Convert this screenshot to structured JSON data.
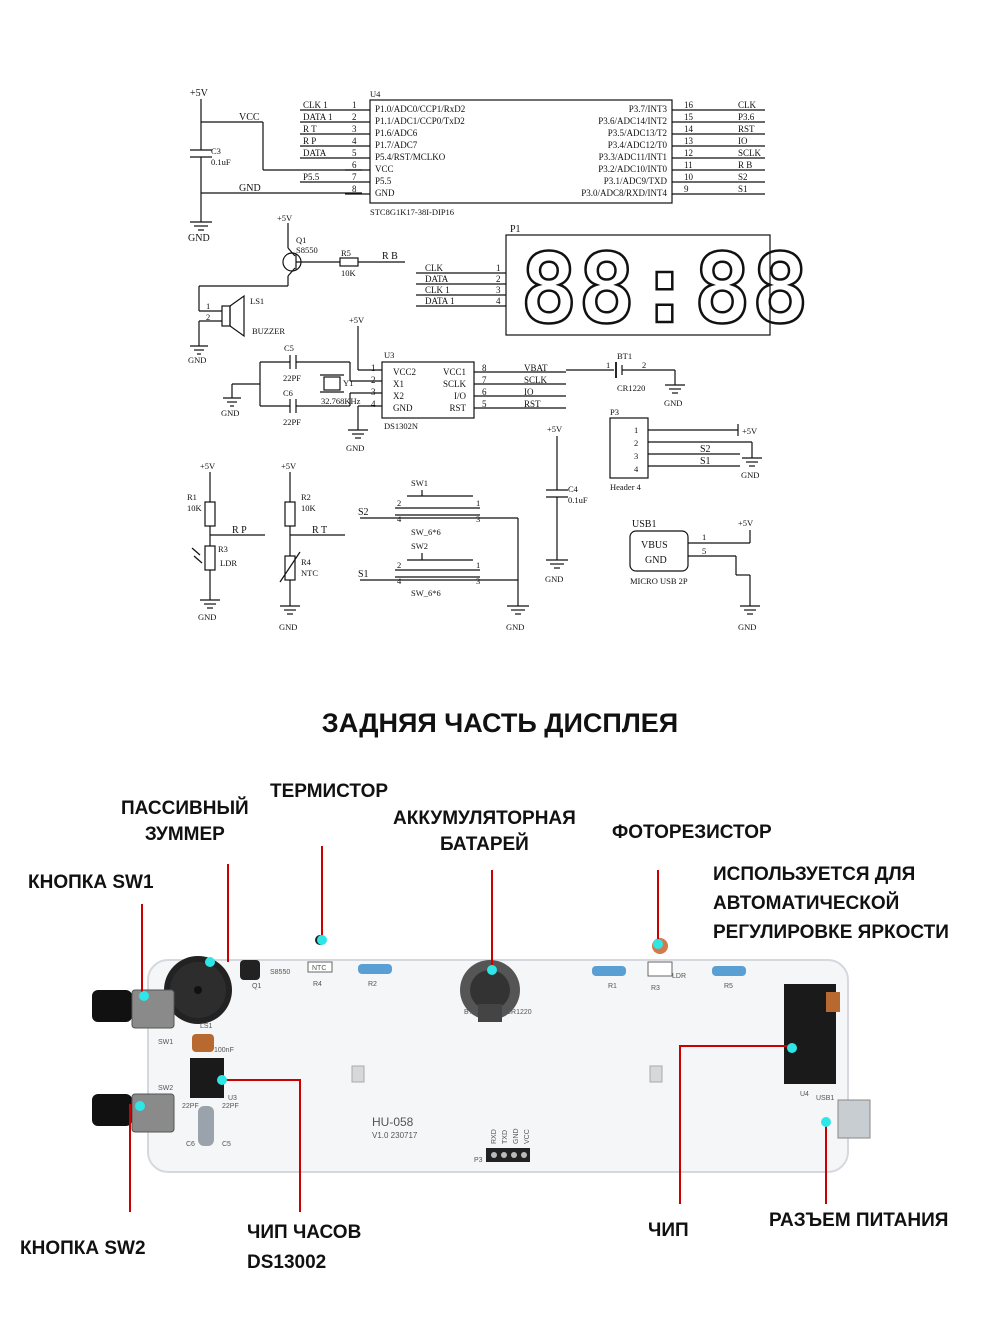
{
  "schematic": {
    "u4": {
      "ref": "U4",
      "part": "STC8G1K17-38I-DIP16",
      "left_pins": [
        {
          "num": "1",
          "name": "P1.0/ADC0/CCP1/RxD2",
          "net": "CLK 1"
        },
        {
          "num": "2",
          "name": "P1.1/ADC1/CCP0/TxD2",
          "net": "DATA 1"
        },
        {
          "num": "3",
          "name": "P1.6/ADC6",
          "net": "R T"
        },
        {
          "num": "4",
          "name": "P1.7/ADC7",
          "net": "R P"
        },
        {
          "num": "5",
          "name": "P5.4/RST/MCLKO",
          "net": "DATA"
        },
        {
          "num": "6",
          "name": "VCC",
          "net": "VCC"
        },
        {
          "num": "7",
          "name": "P5.5",
          "net": "P5.5"
        },
        {
          "num": "8",
          "name": "GND",
          "net": "GND"
        }
      ],
      "right_pins": [
        {
          "num": "16",
          "name": "P3.7/INT3",
          "net": "CLK"
        },
        {
          "num": "15",
          "name": "P3.6/ADC14/INT2",
          "net": "P3.6"
        },
        {
          "num": "14",
          "name": "P3.5/ADC13/T2",
          "net": "RST"
        },
        {
          "num": "13",
          "name": "P3.4/ADC12/T0",
          "net": "IO"
        },
        {
          "num": "12",
          "name": "P3.3/ADC11/INT1",
          "net": "SCLK"
        },
        {
          "num": "11",
          "name": "P3.2/ADC10/INT0",
          "net": "R B"
        },
        {
          "num": "10",
          "name": "P3.1/ADC9/TXD",
          "net": "S2"
        },
        {
          "num": "9",
          "name": "P3.0/ADC8/RXD/INT4",
          "net": "S1"
        }
      ]
    },
    "power": {
      "v5": "+5V",
      "gnd": "GND",
      "vcc": "VCC",
      "gnd_net": "GND"
    },
    "c3": {
      "ref": "C3",
      "value": "0.1uF"
    },
    "q1": {
      "ref": "Q1",
      "part": "S8550"
    },
    "r5": {
      "ref": "R5",
      "value": "10K",
      "net": "R B"
    },
    "ls1": {
      "ref": "LS1",
      "part": "BUZZER",
      "pin1": "1",
      "pin2": "2"
    },
    "p1": {
      "ref": "P1",
      "digits": "88:88",
      "pins": [
        {
          "num": "1",
          "net": "CLK"
        },
        {
          "num": "2",
          "net": "DATA"
        },
        {
          "num": "3",
          "net": "CLK 1"
        },
        {
          "num": "4",
          "net": "DATA 1"
        }
      ]
    },
    "u3": {
      "ref": "U3",
      "part": "DS1302N",
      "left_pins": [
        {
          "num": "1",
          "name": "VCC2"
        },
        {
          "num": "2",
          "name": "X1"
        },
        {
          "num": "3",
          "name": "X2"
        },
        {
          "num": "4",
          "name": "GND"
        }
      ],
      "right_pins": [
        {
          "num": "8",
          "name": "VCC1",
          "net": "VBAT"
        },
        {
          "num": "7",
          "name": "SCLK",
          "net": "SCLK"
        },
        {
          "num": "6",
          "name": "I/O",
          "net": "IO"
        },
        {
          "num": "5",
          "name": "RST",
          "net": "RST"
        }
      ]
    },
    "c5": {
      "ref": "C5",
      "value": "22PF"
    },
    "c6": {
      "ref": "C6",
      "value": "22PF"
    },
    "y1": {
      "ref": "Y1",
      "value": "32.768KHz"
    },
    "bt1": {
      "ref": "BT1",
      "part": "CR1220",
      "pin1": "1",
      "pin2": "2"
    },
    "p3": {
      "ref": "P3",
      "part": "Header 4",
      "pins": [
        "1",
        "2",
        "3",
        "4"
      ],
      "nets": [
        "+5V",
        "S2",
        "S1"
      ]
    },
    "c4": {
      "ref": "C4",
      "value": "0.1uF"
    },
    "r1": {
      "ref": "R1",
      "value": "10K",
      "net": "R P"
    },
    "r3": {
      "ref": "R3",
      "part": "LDR"
    },
    "r2": {
      "ref": "R2",
      "value": "10K",
      "net": "R T"
    },
    "r4": {
      "ref": "R4",
      "part": "NTC"
    },
    "sw1": {
      "ref": "SW1",
      "part": "SW_6*6",
      "net": "S2",
      "pins": [
        "1",
        "2",
        "3",
        "4"
      ]
    },
    "sw2": {
      "ref": "SW2",
      "part": "SW_6*6",
      "net": "S1",
      "pins": [
        "1",
        "2",
        "3",
        "4"
      ]
    },
    "usb1": {
      "ref": "USB1",
      "part": "MICRO USB 2P",
      "pin_vbus": "VBUS",
      "pin_gnd": "GND",
      "n1": "1",
      "n5": "5"
    }
  },
  "photo": {
    "title": "ЗАДНЯЯ ЧАСТЬ ДИСПЛЕЯ",
    "labels": {
      "thermistor": "ТЕРМИСТОР",
      "buzzer": "ПАССИВНЫЙ\nЗУММЕР",
      "battery": "АККУМУЛЯТОРНАЯ\nБАТАРЕЙ",
      "photoresistor": "ФОТОРЕЗИСТОР",
      "brightness": "ИСПОЛЬЗУЕТСЯ ДЛЯ\nАВТОМАТИЧЕСКОЙ\nРЕГУЛИРОВКЕ ЯРКОСТИ",
      "sw1": "КНОПКА SW1",
      "sw2": "КНОПКА SW2",
      "clock_chip": "ЧИП ЧАСОВ\nDS13002",
      "chip": "ЧИП",
      "power": "РАЗЪЕМ ПИТАНИЯ"
    },
    "silkscreen": {
      "model": "HU-058",
      "version": "V1.0 230717",
      "q1": "Q1",
      "s8550": "S8550",
      "ntc": "NTC",
      "r4": "R4",
      "r2": "R2",
      "bt1": "BT1",
      "cr1220": "CR1220",
      "r1": "R1",
      "r3": "R3",
      "ldr": "LDR",
      "r5": "R5",
      "ls1": "LS1",
      "sw1": "SW1",
      "sw2": "SW2",
      "c100nf": "100nF",
      "u3": "U3",
      "c22pf": "22PF",
      "c6": "C6",
      "c5": "C5",
      "u4": "U4",
      "usb1": "USB1",
      "p3": "P3",
      "p3_pins": [
        "RXD",
        "TXD",
        "GND",
        "VCC"
      ]
    },
    "colors": {
      "pointer": "#cc0000",
      "marker": "#2ee6e6",
      "board": "#f4f6f8"
    }
  }
}
